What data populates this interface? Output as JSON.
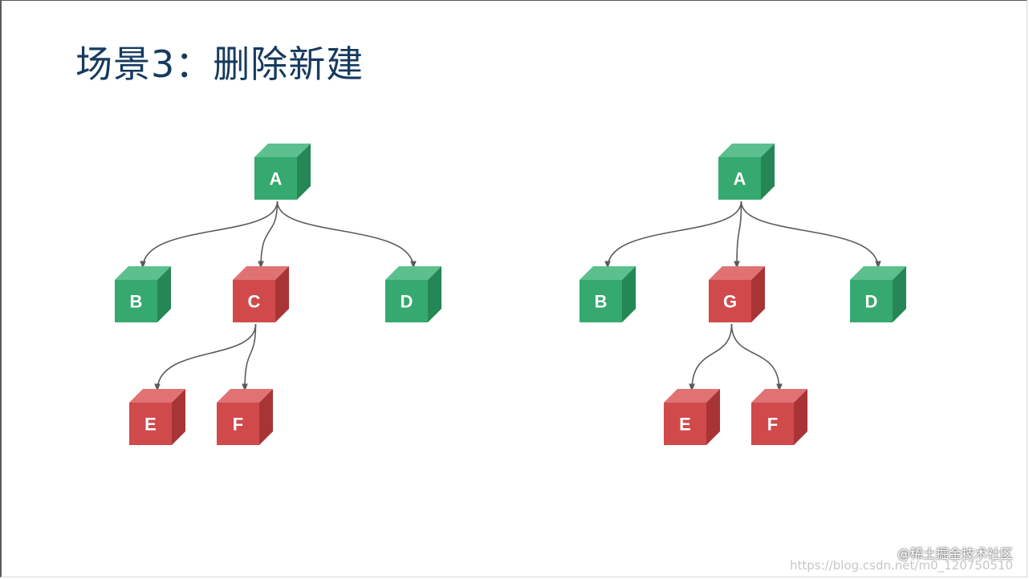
{
  "title": "场景3：删除新建",
  "colors": {
    "green_front": "#35a96f",
    "green_top": "#5cc08e",
    "green_side": "#248755",
    "red_front": "#d04a4c",
    "red_top": "#e07274",
    "red_side": "#a83436",
    "edge": "#5b5b5b",
    "title": "#163a5f"
  },
  "trees": [
    {
      "nodes": [
        {
          "id": "A",
          "label": "A",
          "color": "green"
        },
        {
          "id": "B",
          "label": "B",
          "color": "green"
        },
        {
          "id": "C",
          "label": "C",
          "color": "red"
        },
        {
          "id": "D",
          "label": "D",
          "color": "green"
        },
        {
          "id": "E",
          "label": "E",
          "color": "red"
        },
        {
          "id": "F",
          "label": "F",
          "color": "red"
        }
      ],
      "edges": [
        [
          "A",
          "B"
        ],
        [
          "A",
          "C"
        ],
        [
          "A",
          "D"
        ],
        [
          "C",
          "E"
        ],
        [
          "C",
          "F"
        ]
      ]
    },
    {
      "nodes": [
        {
          "id": "A",
          "label": "A",
          "color": "green"
        },
        {
          "id": "B",
          "label": "B",
          "color": "green"
        },
        {
          "id": "G",
          "label": "G",
          "color": "red"
        },
        {
          "id": "D",
          "label": "D",
          "color": "green"
        },
        {
          "id": "E",
          "label": "E",
          "color": "red"
        },
        {
          "id": "F",
          "label": "F",
          "color": "red"
        }
      ],
      "edges": [
        [
          "A",
          "B"
        ],
        [
          "A",
          "G"
        ],
        [
          "A",
          "D"
        ],
        [
          "G",
          "E"
        ],
        [
          "G",
          "F"
        ]
      ]
    }
  ],
  "watermark": {
    "brand": "@稀土掘金技术社区",
    "url": "https://blog.csdn.net/m0_120750510"
  }
}
